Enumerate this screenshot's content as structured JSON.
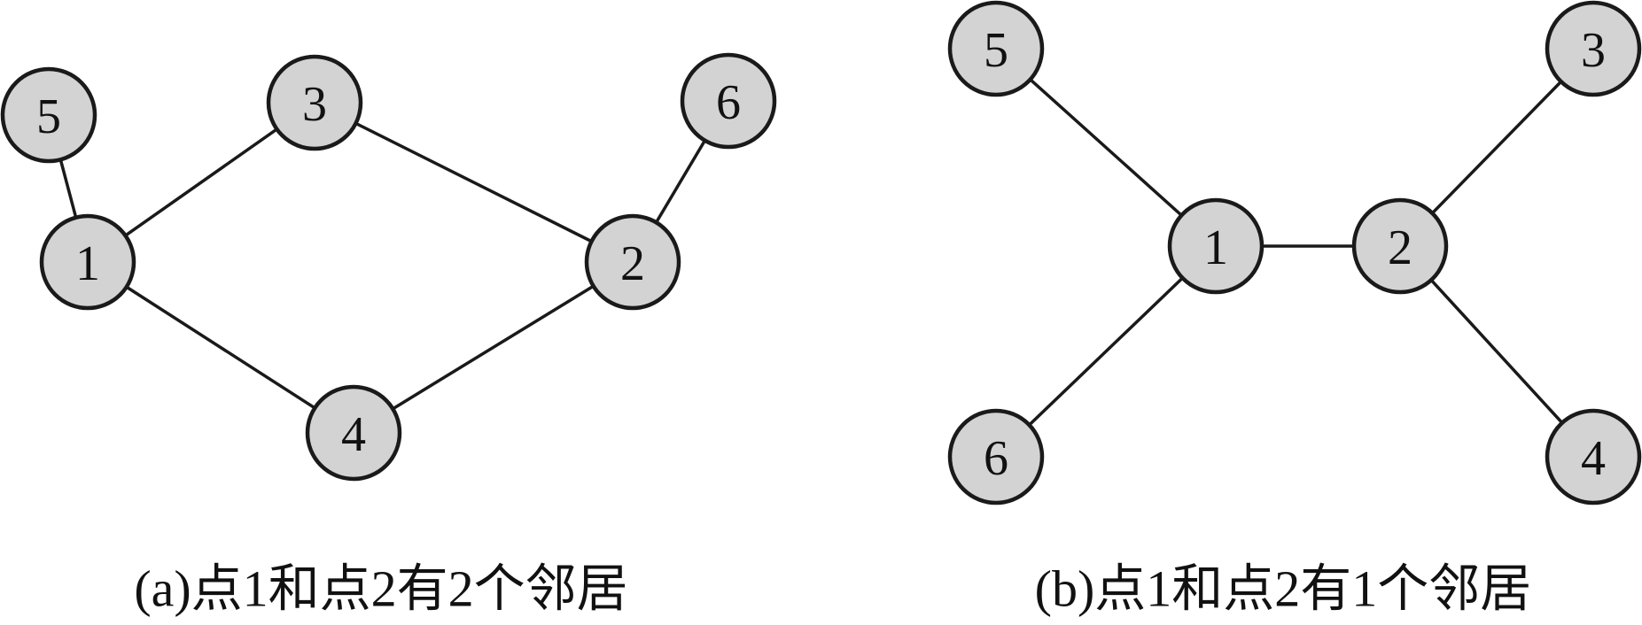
{
  "colors": {
    "node_fill": "#d3d3d3",
    "stroke": "#1a1a1a",
    "text": "#111111"
  },
  "graphs": [
    {
      "caption": "(a)点1和点2有2个邻居",
      "nodes": [
        {
          "id": "1",
          "label": "1"
        },
        {
          "id": "2",
          "label": "2"
        },
        {
          "id": "3",
          "label": "3"
        },
        {
          "id": "4",
          "label": "4"
        },
        {
          "id": "5",
          "label": "5"
        },
        {
          "id": "6",
          "label": "6"
        }
      ],
      "edges": [
        [
          "5",
          "1"
        ],
        [
          "1",
          "3"
        ],
        [
          "3",
          "2"
        ],
        [
          "2",
          "6"
        ],
        [
          "1",
          "4"
        ],
        [
          "4",
          "2"
        ]
      ]
    },
    {
      "caption": "(b)点1和点2有1个邻居",
      "nodes": [
        {
          "id": "1",
          "label": "1"
        },
        {
          "id": "2",
          "label": "2"
        },
        {
          "id": "3",
          "label": "3"
        },
        {
          "id": "4",
          "label": "4"
        },
        {
          "id": "5",
          "label": "5"
        },
        {
          "id": "6",
          "label": "6"
        }
      ],
      "edges": [
        [
          "5",
          "1"
        ],
        [
          "1",
          "2"
        ],
        [
          "1",
          "6"
        ],
        [
          "2",
          "3"
        ],
        [
          "2",
          "4"
        ]
      ]
    }
  ]
}
